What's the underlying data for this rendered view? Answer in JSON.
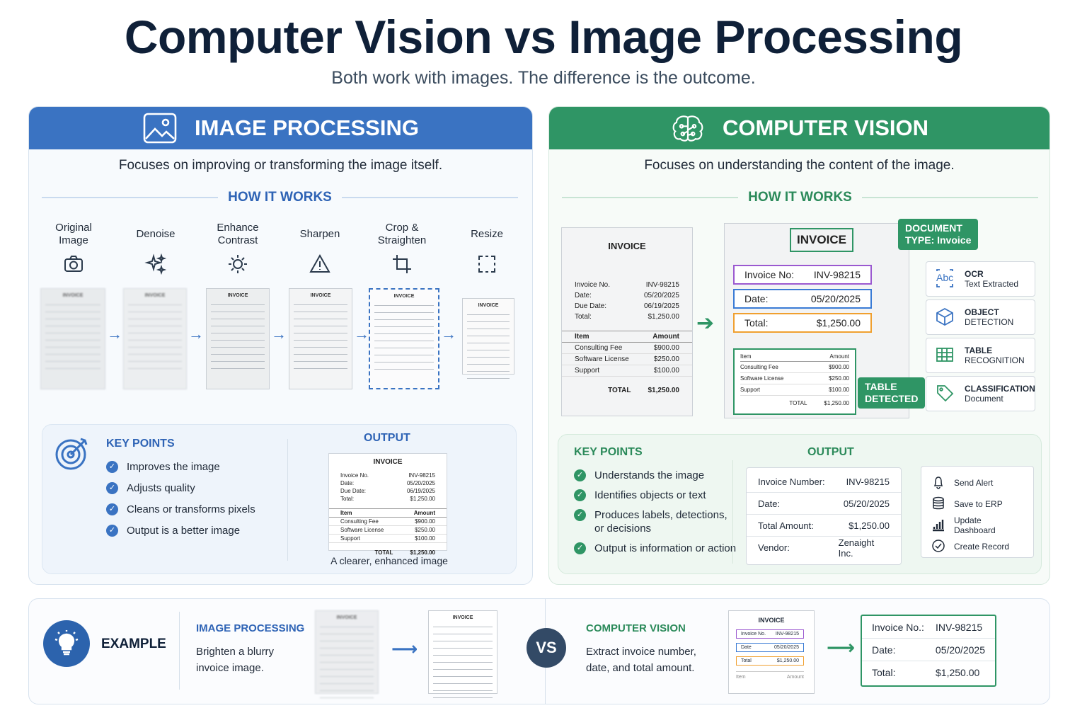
{
  "title": "Computer Vision vs Image Processing",
  "subtitle": "Both work with images. The difference is the outcome.",
  "image_processing": {
    "header": "IMAGE PROCESSING",
    "description": "Focuses on improving or transforming the image itself.",
    "how_it_works": "HOW IT WORKS",
    "steps": [
      {
        "label": "Original\nImage",
        "icon": "camera-icon"
      },
      {
        "label": "Denoise",
        "icon": "sparkle-icon"
      },
      {
        "label": "Enhance\nContrast",
        "icon": "sun-icon"
      },
      {
        "label": "Sharpen",
        "icon": "warning-triangle-icon"
      },
      {
        "label": "Crop &\nStraighten",
        "icon": "crop-icon"
      },
      {
        "label": "Resize",
        "icon": "resize-icon"
      }
    ],
    "doc_heading": "INVOICE",
    "key_points_title": "KEY POINTS",
    "key_points": [
      "Improves the image",
      "Adjusts quality",
      "Cleans or transforms pixels",
      "Output is a better image"
    ],
    "output_title": "OUTPUT",
    "output_invoice": {
      "heading": "INVOICE",
      "rows": [
        [
          "Invoice No.",
          "INV-98215"
        ],
        [
          "Date:",
          "05/20/2025"
        ],
        [
          "Due Date:",
          "06/19/2025"
        ],
        [
          "Total:",
          "$1,250.00"
        ]
      ],
      "items_header": [
        "Item",
        "Amount"
      ],
      "items": [
        [
          "Consulting Fee",
          "$900.00"
        ],
        [
          "Software License",
          "$250.00"
        ],
        [
          "Support",
          "$100.00"
        ]
      ],
      "total": [
        "TOTAL",
        "$1,250.00"
      ]
    },
    "output_caption": "A clearer, enhanced image"
  },
  "computer_vision": {
    "header": "COMPUTER VISION",
    "description": "Focuses on understanding the content of the image.",
    "how_it_works": "HOW IT WORKS",
    "source_invoice": {
      "heading": "INVOICE",
      "rows": [
        [
          "Invoice No.",
          "INV-98215"
        ],
        [
          "Date:",
          "05/20/2025"
        ],
        [
          "Due Date:",
          "06/19/2025"
        ],
        [
          "Total:",
          "$1,250.00"
        ]
      ],
      "items_header": [
        "Item",
        "Amount"
      ],
      "items": [
        [
          "Consulting Fee",
          "$900.00"
        ],
        [
          "Software License",
          "$250.00"
        ],
        [
          "Support",
          "$100.00"
        ]
      ],
      "total": [
        "TOTAL",
        "$1,250.00"
      ]
    },
    "analyzed_heading": "INVOICE",
    "fields": [
      {
        "label": "Invoice No:",
        "value": "INV-98215",
        "color": "#9b59d0"
      },
      {
        "label": "Date:",
        "value": "05/20/2025",
        "color": "#3a7bd5"
      },
      {
        "label": "Total:",
        "value": "$1,250.00",
        "color": "#f0a030"
      }
    ],
    "table_items_header": [
      "Item",
      "Amount"
    ],
    "table_items": [
      [
        "Consulting Fee",
        "$900.00"
      ],
      [
        "Software License",
        "$250.00"
      ],
      [
        "Support",
        "$100.00"
      ]
    ],
    "table_total": [
      "TOTAL",
      "$1,250.00"
    ],
    "doc_type_tag": [
      "DOCUMENT",
      "TYPE: Invoice"
    ],
    "table_tag": [
      "TABLE",
      "DETECTED"
    ],
    "capabilities": [
      {
        "title": "OCR",
        "sub": "Text Extracted",
        "icon": "ocr-icon"
      },
      {
        "title": "OBJECT",
        "sub": "DETECTION",
        "icon": "cube-icon"
      },
      {
        "title": "TABLE",
        "sub": "RECOGNITION",
        "icon": "table-icon"
      },
      {
        "title": "CLASSIFICATION",
        "sub": "Document",
        "icon": "tag-icon"
      }
    ],
    "key_points_title": "KEY POINTS",
    "key_points": [
      "Understands the image",
      "Identifies objects or text",
      "Produces labels, detections,\nor decisions",
      "Output is information or action"
    ],
    "output_title": "OUTPUT",
    "output_rows": [
      [
        "Invoice Number:",
        "INV-98215"
      ],
      [
        "Date:",
        "05/20/2025"
      ],
      [
        "Total Amount:",
        "$1,250.00"
      ],
      [
        "Vendor:",
        "Zenaight Inc."
      ]
    ],
    "actions": [
      {
        "label": "Send Alert",
        "icon": "bell-icon"
      },
      {
        "label": "Save to ERP",
        "icon": "database-icon"
      },
      {
        "label": "Update Dashboard",
        "icon": "bar-chart-icon"
      },
      {
        "label": "Create Record",
        "icon": "check-circle-icon"
      }
    ]
  },
  "example": {
    "label": "EXAMPLE",
    "ip_title": "IMAGE PROCESSING",
    "ip_desc": "Brighten a blurry\ninvoice image.",
    "vs": "VS",
    "cv_title": "COMPUTER VISION",
    "cv_desc": "Extract invoice number,\ndate, and total amount.",
    "result_rows": [
      [
        "Invoice No.:",
        "INV-98215"
      ],
      [
        "Date:",
        "05/20/2025"
      ],
      [
        "Total:",
        "$1,250.00"
      ]
    ],
    "mini_heading": "INVOICE",
    "mini_fields": [
      [
        "Invoice No.",
        "INV-98215"
      ],
      [
        "Date",
        "05/20/2025"
      ],
      [
        "Total",
        "$1,250.00"
      ]
    ],
    "mini_items_header": [
      "Item",
      "Amount"
    ]
  },
  "colors": {
    "ip_blue": "#3a73c2",
    "cv_green": "#2f9565",
    "title": "#0f2038"
  }
}
